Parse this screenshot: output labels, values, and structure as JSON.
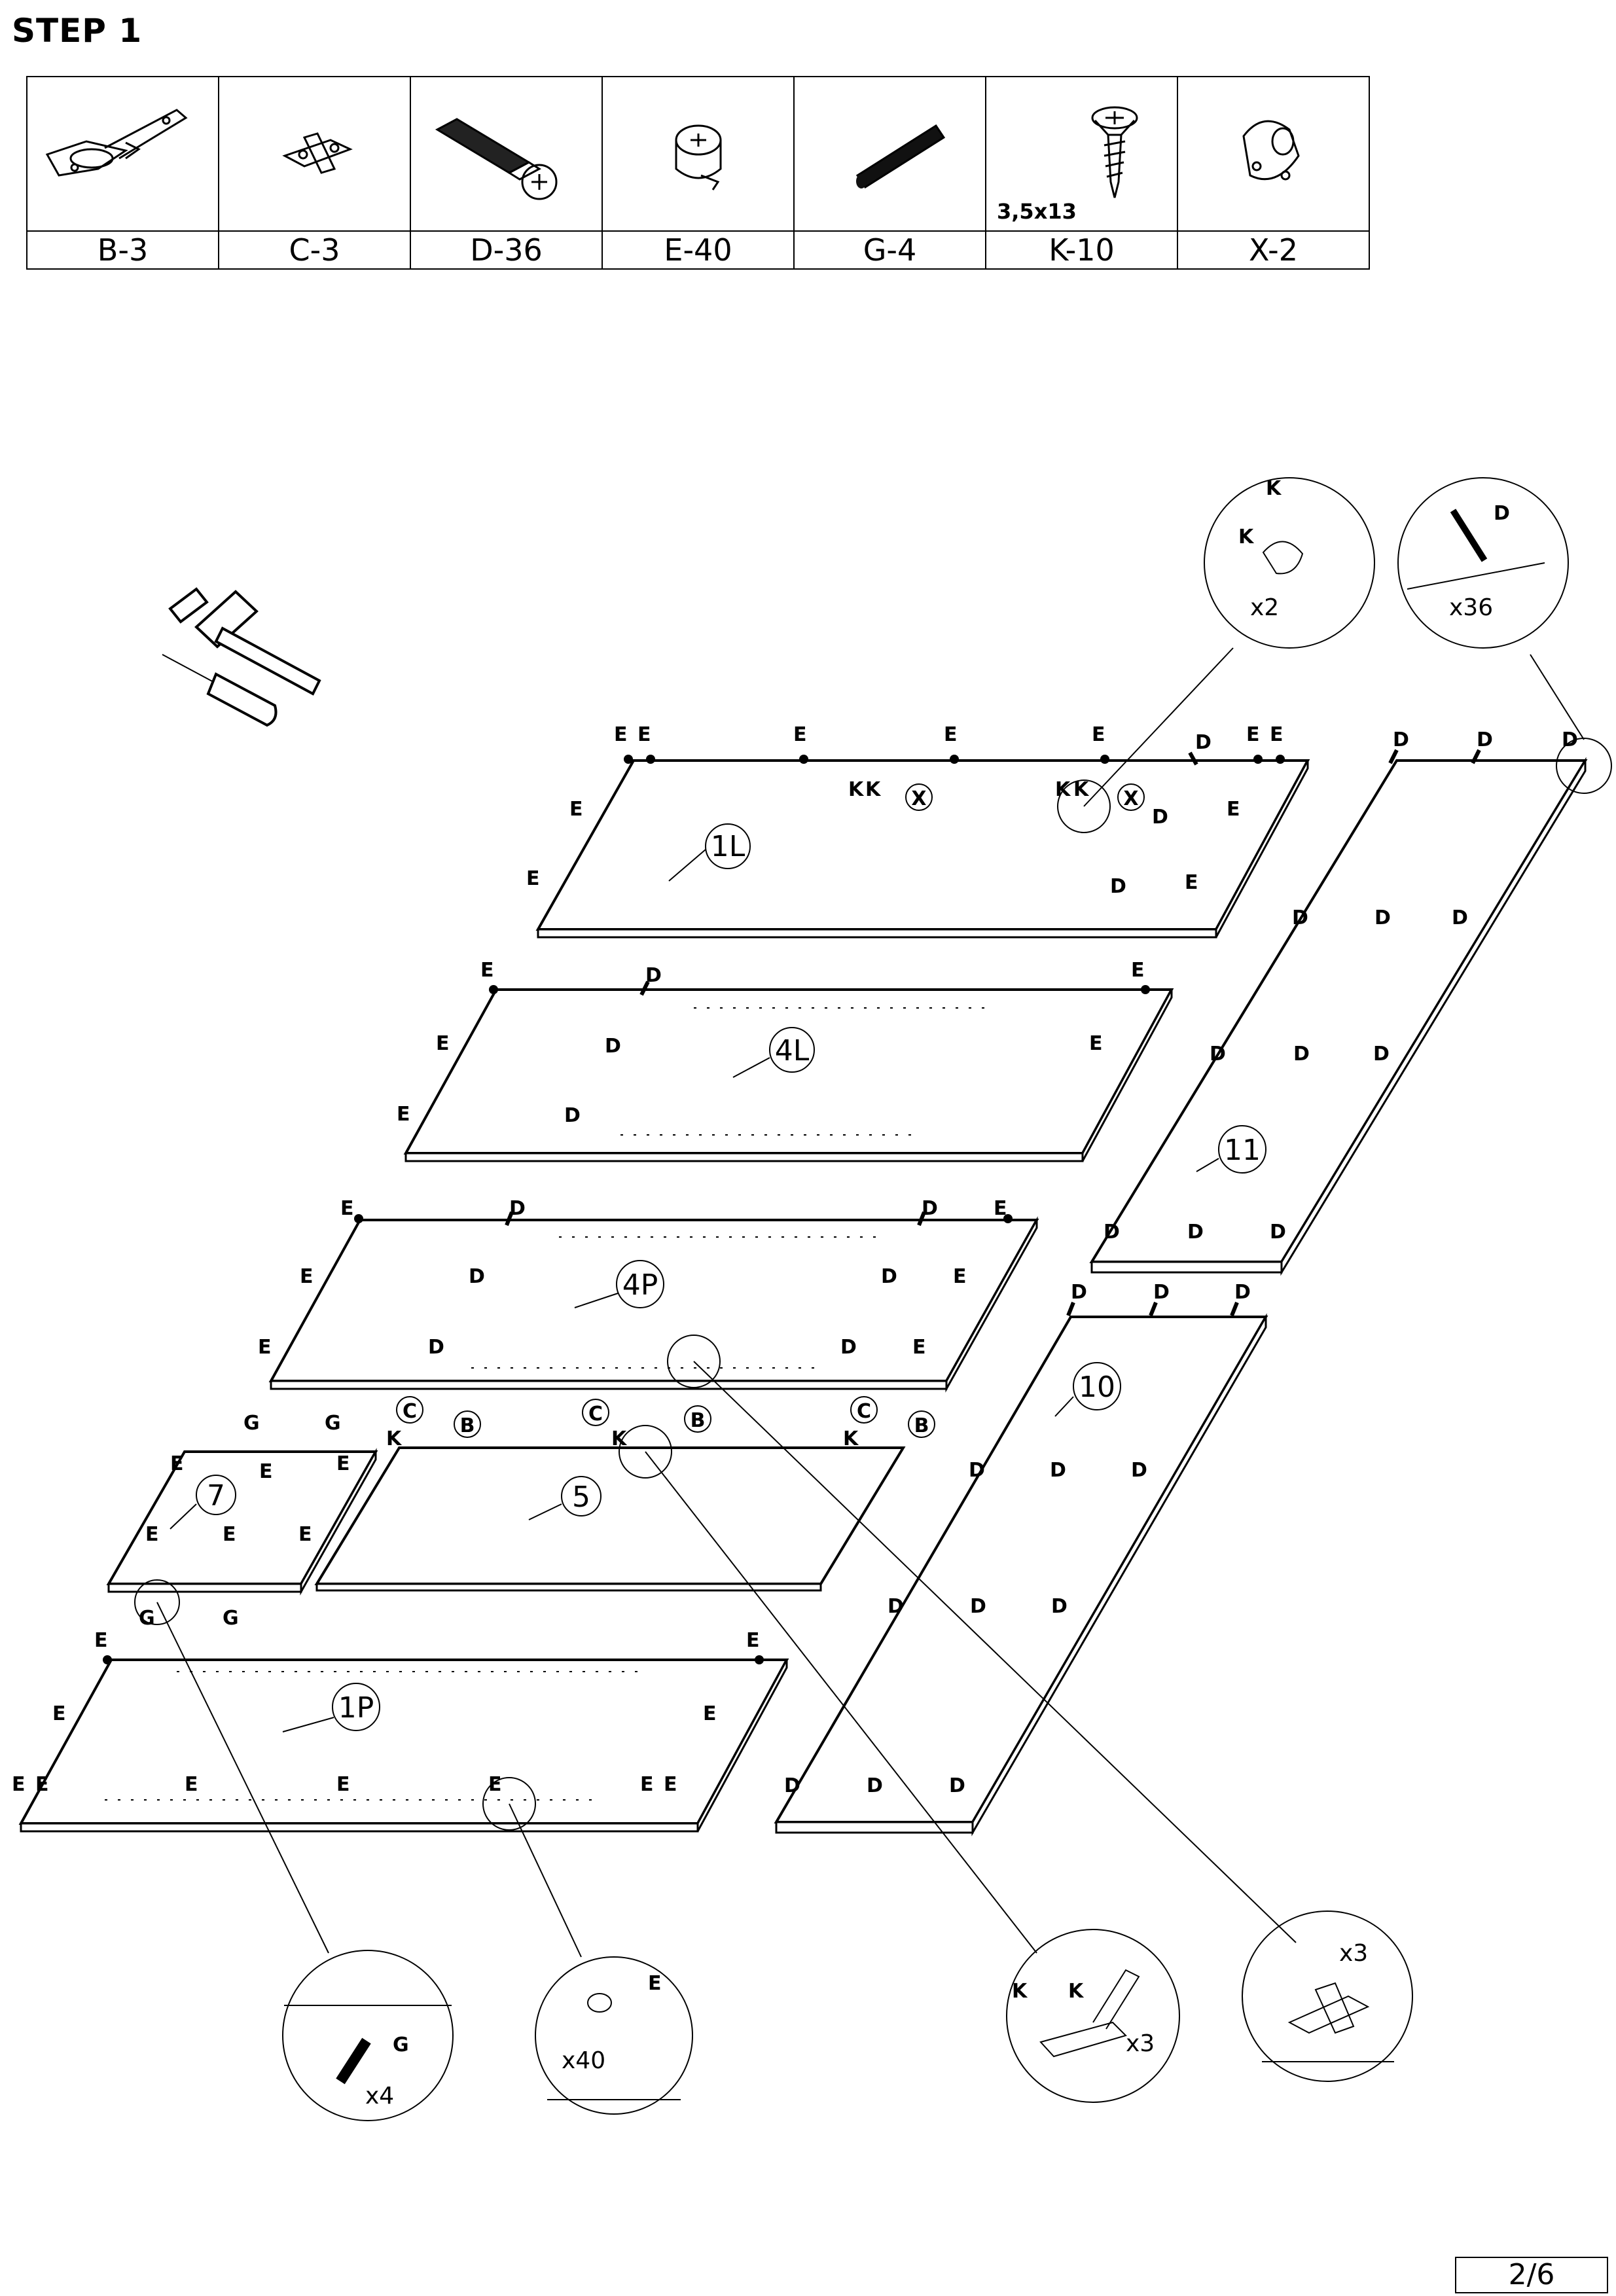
{
  "step_title": "STEP 1",
  "parts": [
    {
      "label": "B-3",
      "icon": "hinge-icon"
    },
    {
      "label": "C-3",
      "icon": "hinge-mounting-plate-icon"
    },
    {
      "label": "D-36",
      "icon": "cam-bolt-icon"
    },
    {
      "label": "E-40",
      "icon": "cam-lock-icon"
    },
    {
      "label": "G-4",
      "icon": "wooden-dowel-icon"
    },
    {
      "label": "K-10",
      "icon": "screw-icon",
      "spec": "3,5x13"
    },
    {
      "label": "X-2",
      "icon": "rail-support-icon"
    }
  ],
  "tools": [
    "hammer-icon",
    "screwdriver-icon"
  ],
  "panels": [
    "1L",
    "4L",
    "4P",
    "5",
    "7",
    "1P",
    "11",
    "10"
  ],
  "callouts": {
    "rail_support_qty": "x2",
    "cam_bolt_qty": "x36",
    "dowel_qty": "x4",
    "cam_lock_qty": "x40",
    "hinge_qty": "x3",
    "plate_qty": "x3"
  },
  "letters": {
    "B": "B",
    "C": "C",
    "D": "D",
    "E": "E",
    "G": "G",
    "K": "K",
    "X": "X"
  },
  "page_number": "2/6"
}
